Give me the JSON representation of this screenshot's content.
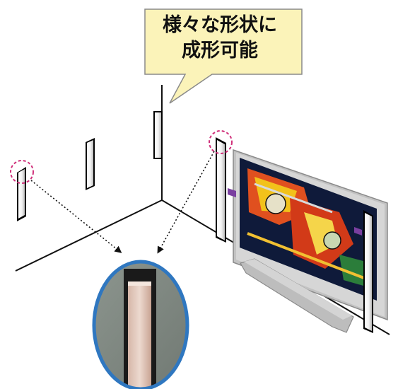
{
  "callout": {
    "line1": "様々な形状に",
    "line2": "成形可能",
    "fill": "#fbf3b9",
    "stroke": "#8a8a8a"
  },
  "colors": {
    "line": "#111111",
    "highlight_dash": "#d0307a",
    "zoom_ring": "#2f77c0",
    "tv_frame": "#b8b8b8",
    "tv_accent": "#7a3fa0"
  },
  "icons": [
    "speaker-bar",
    "flat-screen-tv",
    "magnifier-circle"
  ]
}
